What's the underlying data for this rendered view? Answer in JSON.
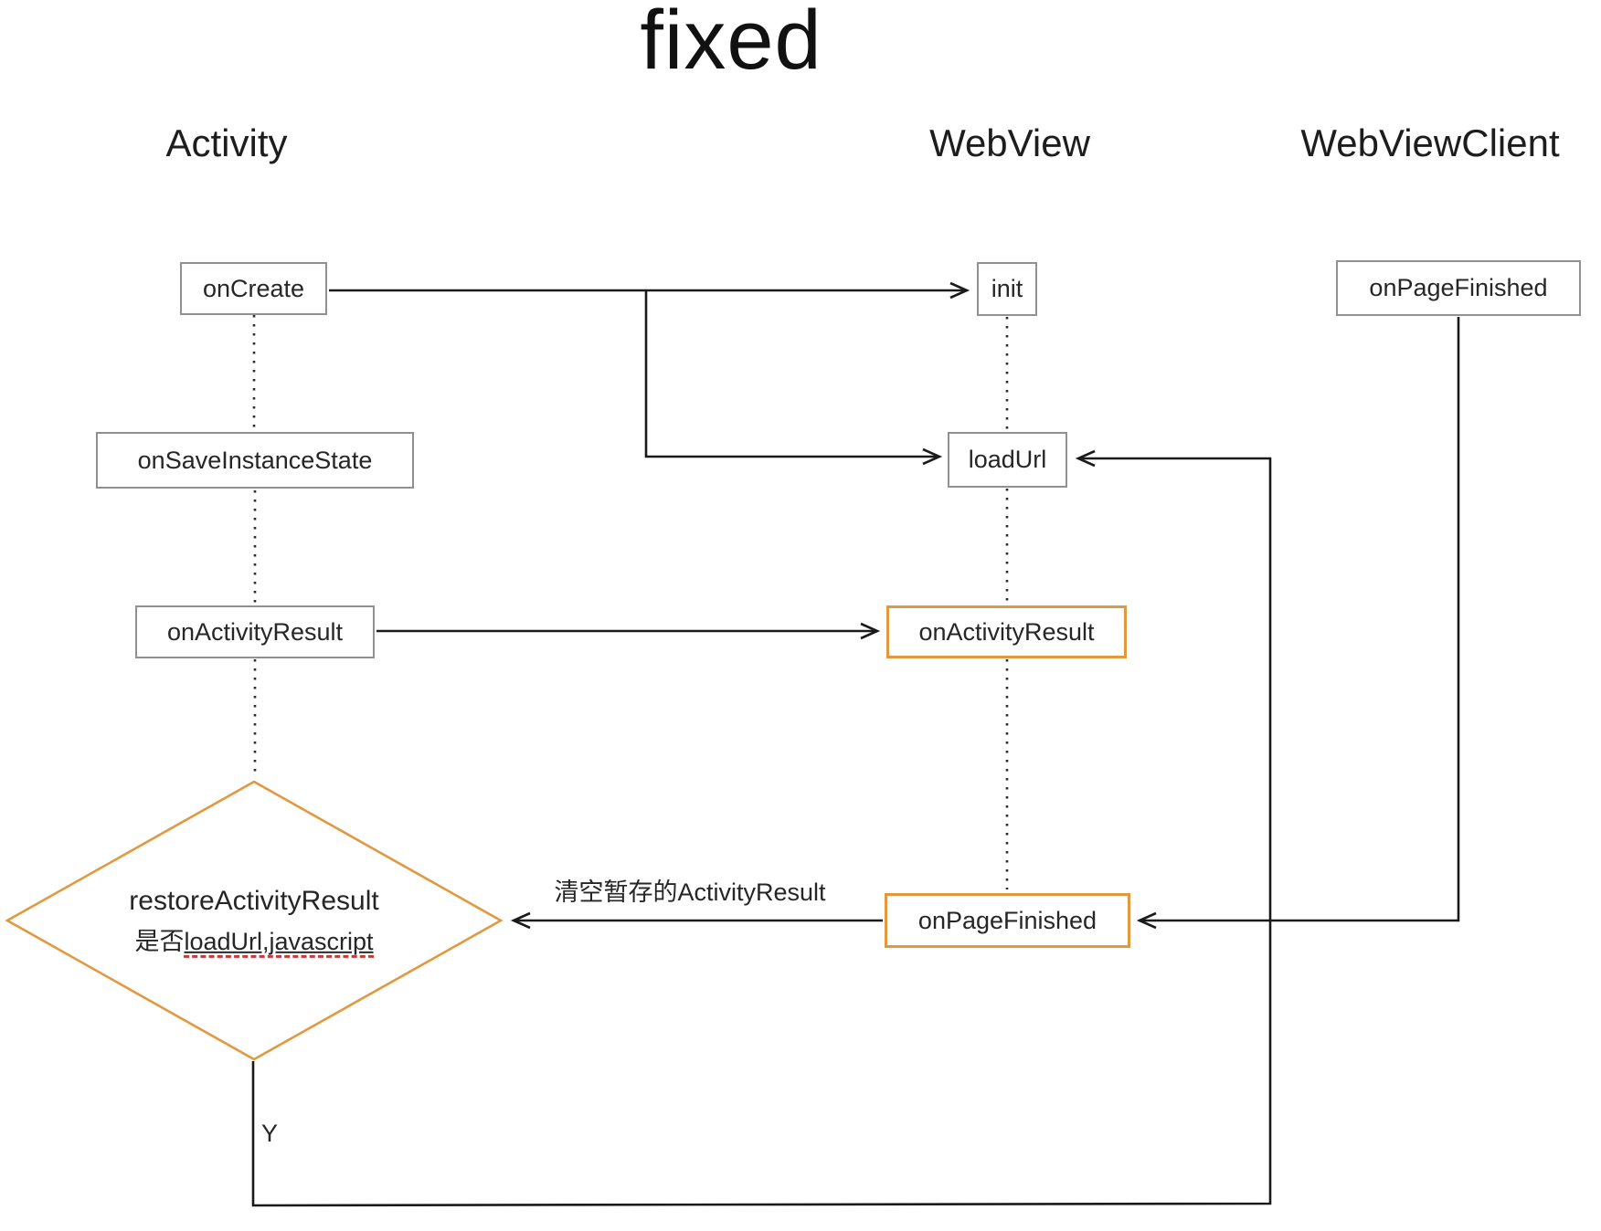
{
  "title": "fixed",
  "columns": [
    {
      "label": "Activity"
    },
    {
      "label": "WebView"
    },
    {
      "label": "WebViewClient"
    }
  ],
  "nodes": {
    "onCreate": {
      "label": "onCreate"
    },
    "onSaveInstanceState": {
      "label": "onSaveInstanceState"
    },
    "onActivityResultActivity": {
      "label": "onActivityResult"
    },
    "init": {
      "label": "init"
    },
    "loadUrl": {
      "label": "loadUrl"
    },
    "onActivityResultWebView": {
      "label": "onActivityResult"
    },
    "onPageFinishedWebView": {
      "label": "onPageFinished"
    },
    "onPageFinishedClient": {
      "label": "onPageFinished"
    }
  },
  "decision": {
    "line1": "restoreActivityResult",
    "line2_prefix": "是否",
    "line2_underlined": "loadUrl,javascript"
  },
  "edge_labels": {
    "clear_activity_result": "清空暂存的ActivityResult",
    "yes": "Y"
  },
  "colors": {
    "highlight_orange": "#e2983e",
    "gray_border": "#919191",
    "line_black": "#1a1a1a",
    "typo_underline_red": "#c13b3b"
  }
}
